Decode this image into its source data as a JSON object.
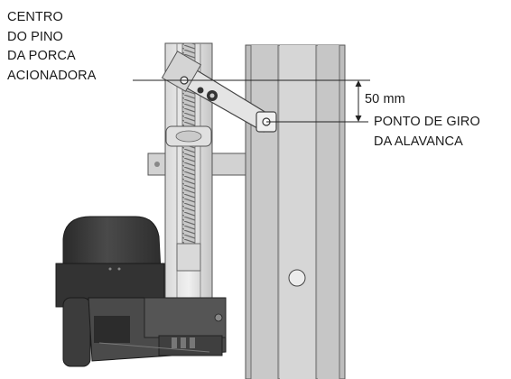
{
  "labels": {
    "pin_center": [
      "CENTRO",
      "DO PINO",
      "DA PORCA",
      "ACIONADORA"
    ],
    "dimension": "50 mm",
    "pivot_point": [
      "PONTO DE GIRO",
      "DA ALAVANCA"
    ]
  },
  "colors": {
    "motor_dark": "#3a3a3a",
    "metal_light": "#cfcfcf",
    "post_gray": "#b9b9b9",
    "line": "#222222"
  }
}
